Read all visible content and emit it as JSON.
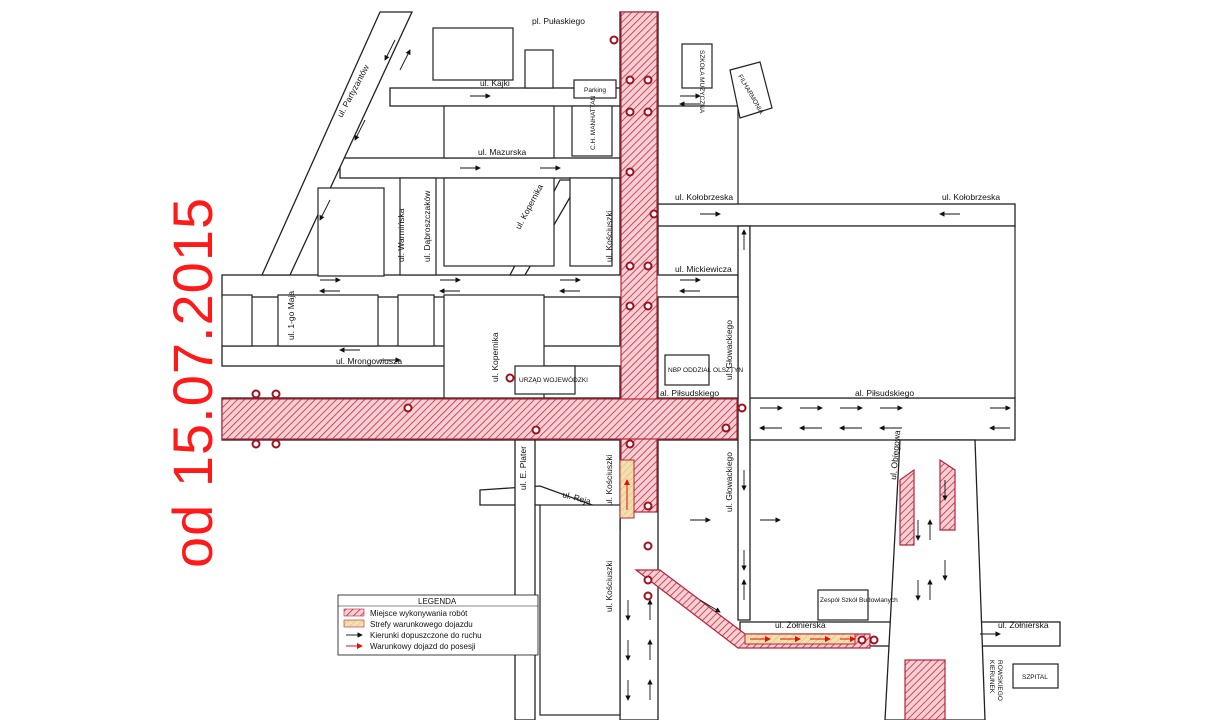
{
  "date_label": "od 15.07.2015",
  "streets": {
    "pulaskiego": "pl. Pułaskiego",
    "kajki": "ul. Kajki",
    "mazurska": "ul. Mazurska",
    "partyzantow": "ul. Partyzantów",
    "kolobrzeska_1": "ul. Kołobrzeska",
    "kolobrzeska_2": "ul. Kołobrzeska",
    "mickiewicza": "ul. Mickiewicza",
    "kosciuszki_1": "ul. Kościuszki",
    "kosciuszki_2": "ul. Kościuszki",
    "kosciuszki_3": "ul. Kościuszki",
    "kopernika_1": "ul. Kopernika",
    "kopernika_2": "ul. Kopernika",
    "warminska": "ul. Warmińska",
    "dabroszczakow": "ul. Dąbroszczaków",
    "maja": "ul. 1-go Maja",
    "mrongowiusza": "ul. Mrongowiusza",
    "glowackiego_1": "ul. Głowackiego",
    "glowackiego_2": "ul. Głowackiego",
    "pilsudskiego_1": "al. Piłsudskiego",
    "pilsudskiego_2": "al. Piłsudskiego",
    "plater": "ul. E. Plater",
    "reja": "ul. Reja",
    "obiegowa": "ul. Obiegowa",
    "zolnierska_1": "ul. Żołnierska",
    "zolnierska_2": "ul. Żołnierska"
  },
  "buildings": {
    "parking": "Parking",
    "manhattan": "C.H. MANHATTAN",
    "szkola": "SZKOŁA MUZYCZNA",
    "filharmonia": "FILHARMONIA",
    "urzad": "URZĄD WOJEWÓDZKI",
    "nbp": "NBP ODDZIAŁ OLSZTYN",
    "zespol": "Zespół Szkół Budowlanych",
    "szpital": "SZPITAL",
    "kierunek": "KIERUNEK",
    "kierunek2": "ROWSKIEGO"
  },
  "legend": {
    "title": "LEGENDA",
    "items": [
      {
        "label": "Miejsce wykonywania robót",
        "kind": "work"
      },
      {
        "label": "Strefy warunkowego dojazdu",
        "kind": "cond"
      },
      {
        "label": "Kierunki dopuszczone do ruchu",
        "kind": "arrow"
      },
      {
        "label": "Warunkowy dojazd do posesji",
        "kind": "rarrow"
      }
    ]
  },
  "colors": {
    "work_hatch": "#c8283c",
    "work_fill": "#f4c7cc",
    "cond_fill": "#f3dfae",
    "date": "#ff1a1a"
  }
}
